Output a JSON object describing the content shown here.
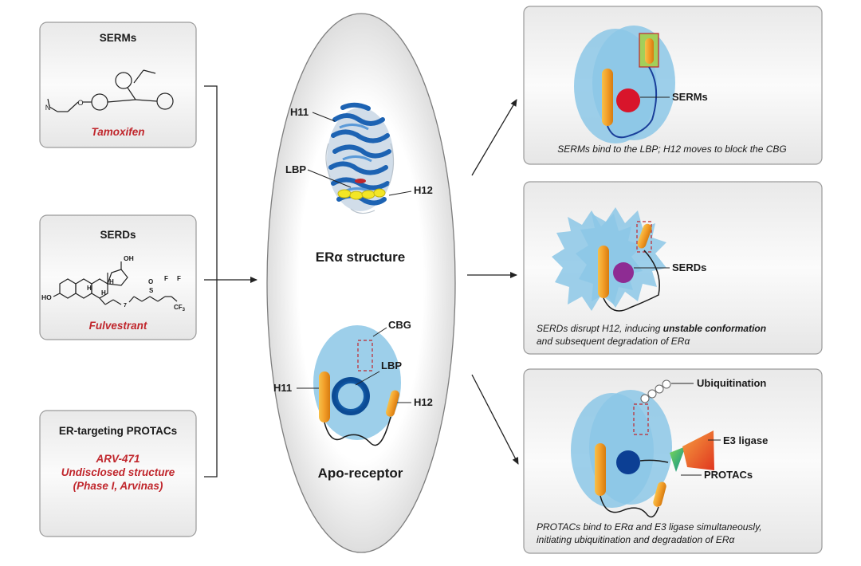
{
  "left_panels": {
    "serms": {
      "title": "SERMs",
      "drug": "Tamoxifen"
    },
    "serds": {
      "title": "SERDs",
      "drug": "Fulvestrant",
      "chem": {
        "oh_top": "OH",
        "h1": "H",
        "h2": "H",
        "h3": "H",
        "ho": "HO",
        "s": "S",
        "o": "O",
        "n7": "7",
        "f1": "F",
        "f2": "F",
        "cf3": "CF",
        "cf3_sub": "3"
      }
    },
    "protacs": {
      "title": "ER-targeting PROTACs",
      "line1": "ARV-471",
      "line2": "Undisclosed structure",
      "line3": "(Phase I, Arvinas)"
    }
  },
  "center": {
    "structure_title": "ERα structure",
    "labels": {
      "h11": "H11",
      "lbp": "LBP",
      "h12": "H12"
    },
    "apo_title": "Apo-receptor",
    "apo_labels": {
      "cbg": "CBG",
      "lbp": "LBP",
      "h11": "H11",
      "h12": "H12"
    }
  },
  "right_panels": {
    "serms": {
      "label": "SERMs",
      "caption": "SERMs bind to the LBP; H12 moves to block the CBG"
    },
    "serds": {
      "label": "SERDs",
      "caption_pre": "SERDs disrupt H12, inducing ",
      "caption_bold": "unstable conformation",
      "caption_line2": "and subsequent degradation of ERα"
    },
    "protacs": {
      "ubiq": "Ubiquitination",
      "e3": "E3 ligase",
      "label": "PROTACs",
      "caption_line1": "PROTACs bind to ERα and E3 ligase simultaneously,",
      "caption_line2": "initiating ubiquitination and degradation of ERα"
    }
  },
  "colors": {
    "drug_red": "#c0262c",
    "receptor_blue": "#8cc7e6",
    "helix_orange": "#f2a531",
    "serm_ball": "#d8152b",
    "serd_ball": "#8e2c93",
    "protac_ball": "#0c3f94"
  }
}
